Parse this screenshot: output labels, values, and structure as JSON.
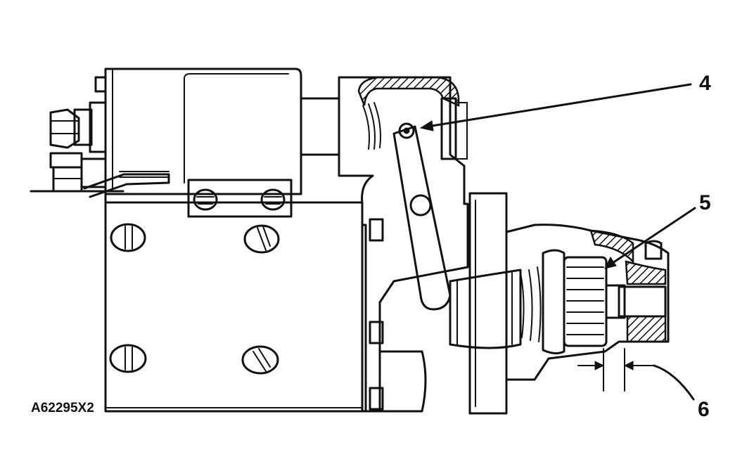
{
  "figure_id": "A62295X2",
  "callouts": [
    {
      "label": "4"
    },
    {
      "label": "5"
    },
    {
      "label": "6"
    }
  ]
}
